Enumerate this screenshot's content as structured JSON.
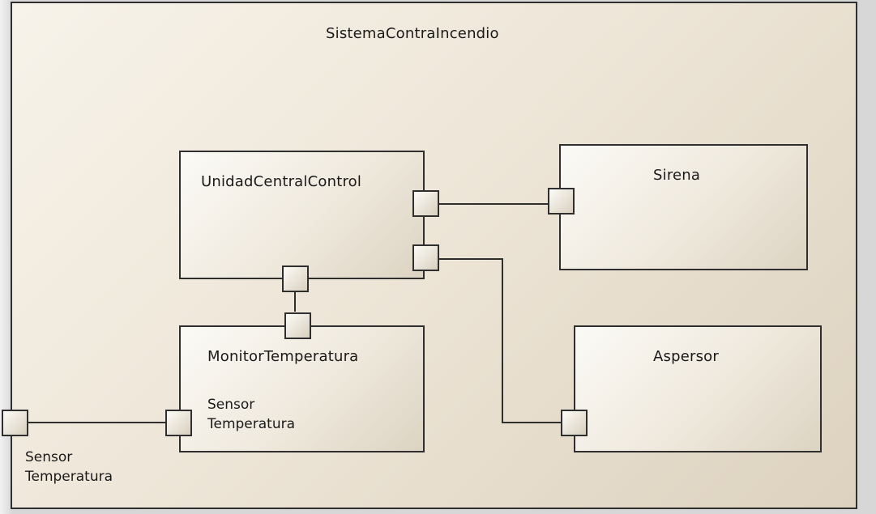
{
  "diagram": {
    "system_title": "SistemaContraIncendio",
    "components": {
      "unidad_central_control": {
        "title": "UnidadCentralControl"
      },
      "sirena": {
        "title": "Sirena"
      },
      "monitor_temperatura": {
        "title": "MonitorTemperatura",
        "port_label_line1": "Sensor",
        "port_label_line2": "Temperatura"
      },
      "aspersor": {
        "title": "Aspersor"
      }
    },
    "external_port_label_line1": "Sensor",
    "external_port_label_line2": "Temperatura"
  },
  "colors": {
    "border": "#2f2f2f",
    "fill_light": "#f7f3ea",
    "fill_dark": "#d9d0be"
  }
}
